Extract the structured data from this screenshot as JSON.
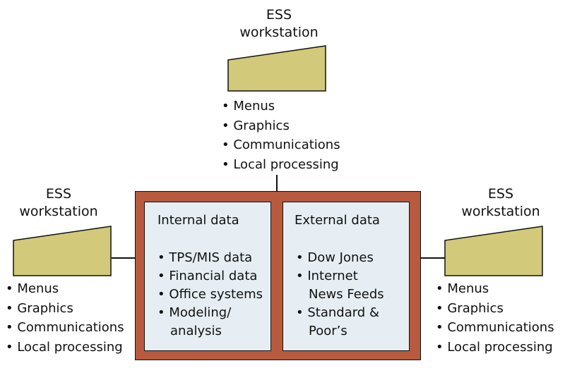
{
  "colors": {
    "workstation_fill": "#d2c97a",
    "outer_box": "#b85a3d",
    "panel": "#e6eef3"
  },
  "top_workstation": {
    "title_line1": "ESS",
    "title_line2": "workstation",
    "items": [
      "Menus",
      "Graphics",
      "Communications",
      "Local processing"
    ]
  },
  "left_workstation": {
    "title_line1": "ESS",
    "title_line2": "workstation",
    "items": [
      "Menus",
      "Graphics",
      "Communications",
      "Local processing"
    ]
  },
  "right_workstation": {
    "title_line1": "ESS",
    "title_line2": "workstation",
    "items": [
      "Menus",
      "Graphics",
      "Communications",
      "Local processing"
    ]
  },
  "internal_panel": {
    "title": "Internal data",
    "items": [
      "TPS/MIS data",
      "Financial data",
      "Office systems",
      "Modeling/ analysis"
    ]
  },
  "external_panel": {
    "title": "External data",
    "items": [
      "Dow Jones",
      "Internet News Feeds",
      "Standard & Poor’s"
    ]
  }
}
